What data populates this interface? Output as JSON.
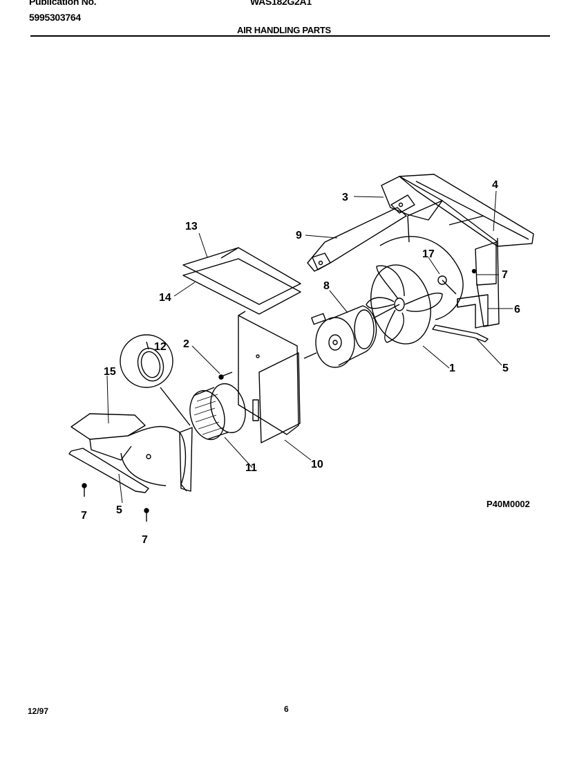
{
  "header": {
    "publication_label": "Publication No.",
    "publication_number": "5995303764",
    "model": "WAS182G2A1",
    "section_title": "AIR HANDLING PARTS"
  },
  "diagram": {
    "callouts": [
      "1",
      "2",
      "3",
      "4",
      "5",
      "5",
      "6",
      "7",
      "7",
      "7",
      "8",
      "9",
      "10",
      "11",
      "12",
      "13",
      "14",
      "15",
      "17"
    ],
    "figure_id": "P40M0002"
  },
  "footer": {
    "date": "12/97",
    "page": "6"
  }
}
